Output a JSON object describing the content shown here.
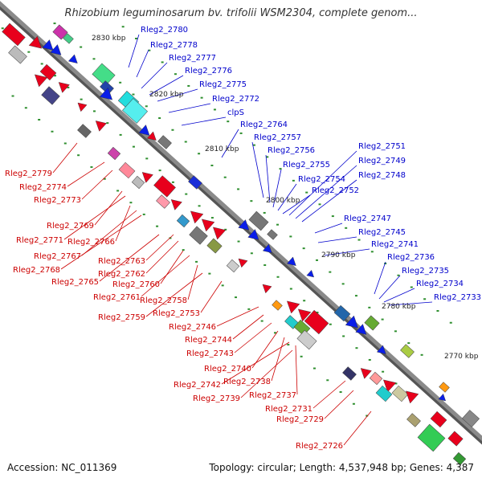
{
  "title": "Rhizobium leguminosarum bv. trifolii WSM2304, complete genom...",
  "footer": {
    "accession": "Accession: NC_011369",
    "topology": "Topology: circular; Length: 4,537,948 bp; Genes: 4,387"
  },
  "colors": {
    "backbone": "#8a8a8a",
    "forward_labels": "#0000cc",
    "reverse_labels": "#cc0000",
    "tick_marks": "#2f8f2f",
    "red_feature": "#e8001c",
    "blue_feature": "#0a1ee8"
  },
  "scale_labels": [
    "2830 kbp",
    "2820 kbp",
    "2810 kbp",
    "2800 kbp",
    "2790 kbp",
    "2780 kbp",
    "2770 kbp"
  ],
  "forward_genes": [
    "Rleg2_2780",
    "Rleg2_2778",
    "Rleg2_2777",
    "Rleg2_2776",
    "Rleg2_2775",
    "Rleg2_2772",
    "clpS",
    "Rleg2_2764",
    "Rleg2_2757",
    "Rleg2_2756",
    "Rleg2_2755",
    "Rleg2_2754",
    "Rleg2_2752",
    "Rleg2_2751",
    "Rleg2_2749",
    "Rleg2_2748",
    "Rleg2_2747",
    "Rleg2_2745",
    "Rleg2_2741",
    "Rleg2_2736",
    "Rleg2_2735",
    "Rleg2_2734",
    "Rleg2_2733"
  ],
  "reverse_genes": [
    "Rleg2_2779",
    "Rleg2_2774",
    "Rleg2_2773",
    "Rleg2_2769",
    "Rleg2_2771",
    "Rleg2_2766",
    "Rleg2_2767",
    "Rleg2_2768",
    "Rleg2_2765",
    "Rleg2_2763",
    "Rleg2_2762",
    "Rleg2_2760",
    "Rleg2_2761",
    "Rleg2_2758",
    "Rleg2_2753",
    "Rleg2_2759",
    "Rleg2_2746",
    "Rleg2_2744",
    "Rleg2_2743",
    "Rleg2_2740",
    "Rleg2_2738",
    "Rleg2_2742",
    "Rleg2_2737",
    "Rleg2_2739",
    "Rleg2_2731",
    "Rleg2_2729",
    "Rleg2_2726"
  ]
}
